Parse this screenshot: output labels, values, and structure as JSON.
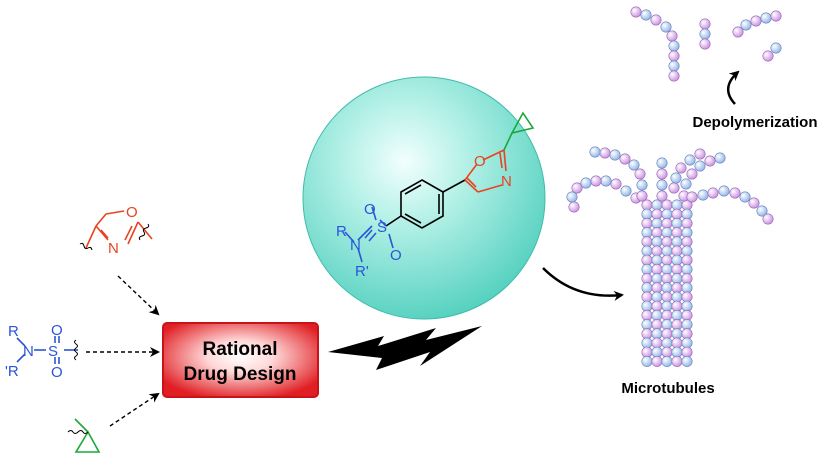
{
  "title": "Rational Drug Design",
  "box": {
    "line1": "Rational",
    "line2": "Drug Design"
  },
  "labels": {
    "microtubules": "Microtubules",
    "depolymerization": "Depolymerization"
  },
  "atoms": {
    "O": "O",
    "N": "N",
    "S": "S",
    "R": "R",
    "R_prime": "R'",
    "R_prime_left": "'R"
  },
  "colors": {
    "oxazole": "#e8431f",
    "sulfonamide": "#2a55d8",
    "cyclopropyl": "#1aa83a",
    "box": "#e8252a",
    "sphere": "#5fd8c8",
    "tubulin_blue": "#a9c6ee",
    "tubulin_pink": "#d9a6e6"
  }
}
